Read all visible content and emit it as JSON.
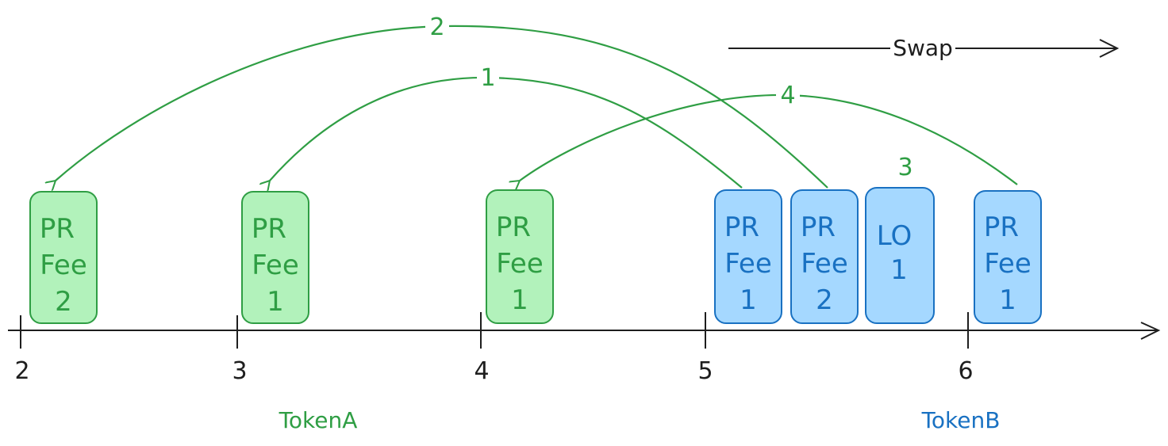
{
  "colors": {
    "green_fill": "#b2f2bb",
    "green_stroke": "#2f9e44",
    "blue_fill": "#a5d8ff",
    "blue_stroke": "#1971c2",
    "ink": "#1e1e1e"
  },
  "axis": {
    "ticks": [
      {
        "label": "2"
      },
      {
        "label": "3"
      },
      {
        "label": "4"
      },
      {
        "label": "5"
      },
      {
        "label": "6"
      }
    ]
  },
  "swap": {
    "label": "Swap"
  },
  "tokens": {
    "a": "TokenA",
    "b": "TokenB"
  },
  "boxes": [
    {
      "id": "g1",
      "lines": [
        "PR",
        "Fee",
        "2"
      ],
      "color": "green"
    },
    {
      "id": "g2",
      "lines": [
        "PR",
        "Fee",
        "1"
      ],
      "color": "green"
    },
    {
      "id": "g3",
      "lines": [
        "PR",
        "Fee",
        "1"
      ],
      "color": "green"
    },
    {
      "id": "b1",
      "lines": [
        "PR",
        "Fee",
        "1"
      ],
      "color": "blue"
    },
    {
      "id": "b2",
      "lines": [
        "PR",
        "Fee",
        "2"
      ],
      "color": "blue"
    },
    {
      "id": "b3",
      "lines": [
        "LO",
        "1"
      ],
      "color": "blue"
    },
    {
      "id": "b4",
      "lines": [
        "PR",
        "Fee",
        "1"
      ],
      "color": "blue"
    }
  ],
  "arrow_labels": {
    "a2": "2",
    "a1": "1",
    "a4": "4",
    "a3": "3"
  }
}
